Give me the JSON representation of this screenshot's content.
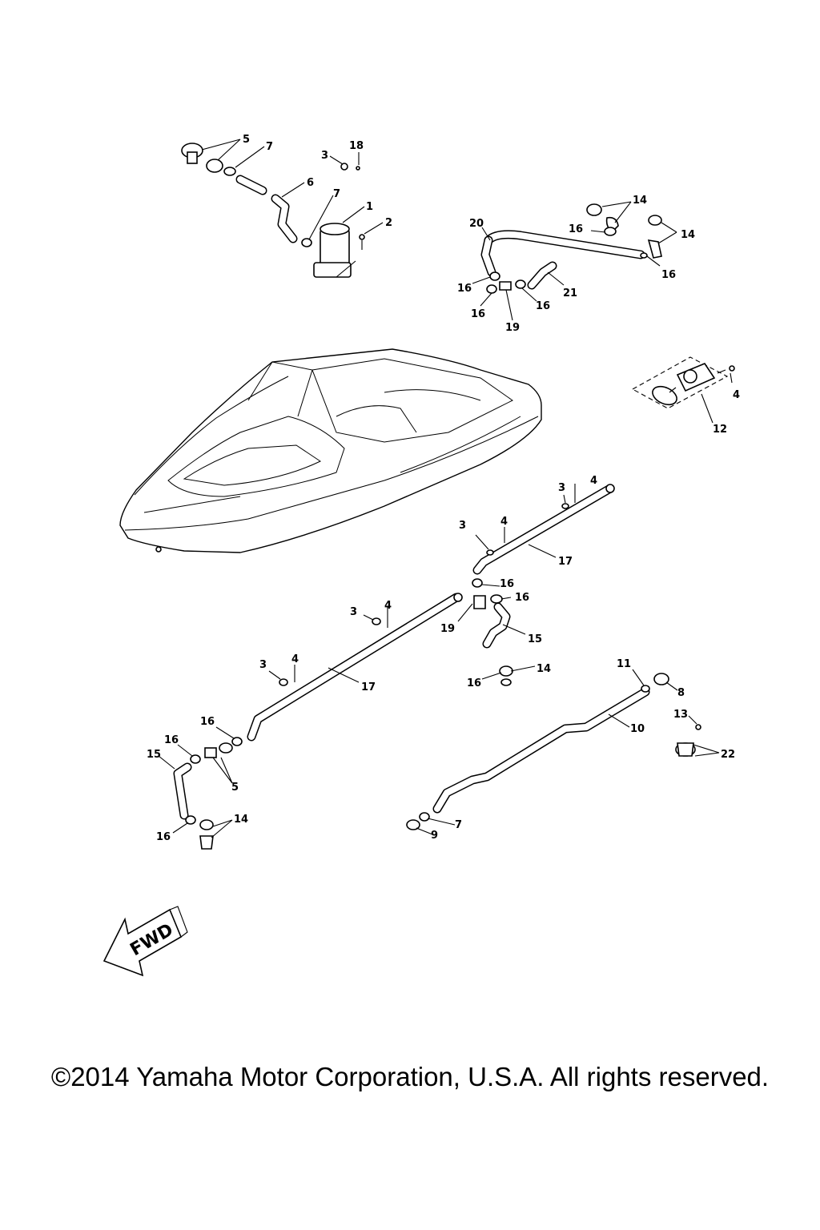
{
  "callouts": [
    {
      "id": "c5a",
      "text": "5"
    },
    {
      "id": "c7a",
      "text": "7"
    },
    {
      "id": "c3a",
      "text": "3"
    },
    {
      "id": "c18",
      "text": "18"
    },
    {
      "id": "c6",
      "text": "6"
    },
    {
      "id": "c7b",
      "text": "7"
    },
    {
      "id": "c1",
      "text": "1"
    },
    {
      "id": "c2",
      "text": "2"
    },
    {
      "id": "c20",
      "text": "20"
    },
    {
      "id": "c14a",
      "text": "14"
    },
    {
      "id": "c16a",
      "text": "16"
    },
    {
      "id": "c14b",
      "text": "14"
    },
    {
      "id": "c16b",
      "text": "16"
    },
    {
      "id": "c16c",
      "text": "16"
    },
    {
      "id": "c21",
      "text": "21"
    },
    {
      "id": "c16d",
      "text": "16"
    },
    {
      "id": "c16e",
      "text": "16"
    },
    {
      "id": "c19a",
      "text": "19"
    },
    {
      "id": "c4a",
      "text": "4"
    },
    {
      "id": "c12",
      "text": "12"
    },
    {
      "id": "c3b",
      "text": "3"
    },
    {
      "id": "c4b",
      "text": "4"
    },
    {
      "id": "c3c",
      "text": "3"
    },
    {
      "id": "c4c",
      "text": "4"
    },
    {
      "id": "c17a",
      "text": "17"
    },
    {
      "id": "c16f",
      "text": "16"
    },
    {
      "id": "c16g",
      "text": "16"
    },
    {
      "id": "c3d",
      "text": "3"
    },
    {
      "id": "c4d",
      "text": "4"
    },
    {
      "id": "c19b",
      "text": "19"
    },
    {
      "id": "c15a",
      "text": "15"
    },
    {
      "id": "c3e",
      "text": "3"
    },
    {
      "id": "c4e",
      "text": "4"
    },
    {
      "id": "c17b",
      "text": "17"
    },
    {
      "id": "c14c",
      "text": "14"
    },
    {
      "id": "c16h",
      "text": "16"
    },
    {
      "id": "c11",
      "text": "11"
    },
    {
      "id": "c8",
      "text": "8"
    },
    {
      "id": "c16i",
      "text": "16"
    },
    {
      "id": "c10",
      "text": "10"
    },
    {
      "id": "c13",
      "text": "13"
    },
    {
      "id": "c16j",
      "text": "16"
    },
    {
      "id": "c15b",
      "text": "15"
    },
    {
      "id": "c22",
      "text": "22"
    },
    {
      "id": "c5b",
      "text": "5"
    },
    {
      "id": "c14d",
      "text": "14"
    },
    {
      "id": "c16k",
      "text": "16"
    },
    {
      "id": "c7c",
      "text": "7"
    },
    {
      "id": "c9",
      "text": "9"
    }
  ],
  "fwd_label": "FWD",
  "copyright": "©2014 Yamaha Motor Corporation, U.S.A. All rights reserved."
}
